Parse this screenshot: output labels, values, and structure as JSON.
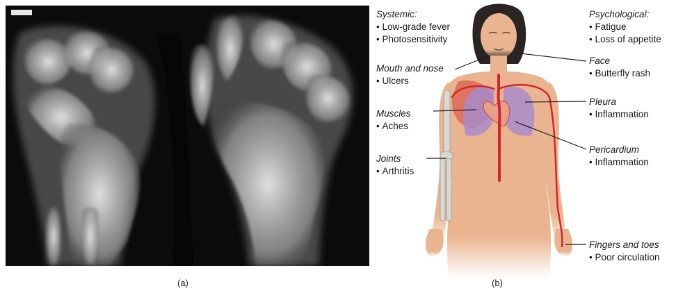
{
  "captions": {
    "a": "(a)",
    "b": "(b)"
  },
  "labels": {
    "systemic": {
      "title": "Systemic:",
      "items": [
        "Low-grade fever",
        "Photosensitivity"
      ]
    },
    "mouth_nose": {
      "title": "Mouth and nose",
      "items": [
        "Ulcers"
      ]
    },
    "muscles": {
      "title": "Muscles",
      "items": [
        "Aches"
      ]
    },
    "joints": {
      "title": "Joints",
      "items": [
        "Arthritis"
      ]
    },
    "psychological": {
      "title": "Psychological:",
      "items": [
        "Fatigue",
        "Loss of appetite"
      ]
    },
    "face": {
      "title": "Face",
      "items": [
        "Butterfly rash"
      ]
    },
    "pleura": {
      "title": "Pleura",
      "items": [
        "Inflammation"
      ]
    },
    "pericardium": {
      "title": "Pericardium",
      "items": [
        "Inflammation"
      ]
    },
    "fingers_toes": {
      "title": "Fingers and toes",
      "items": [
        "Poor circulation"
      ]
    }
  },
  "colors": {
    "skin": "#e9b48f",
    "lung": "#a98bc9",
    "muscle": "#d9604f",
    "artery": "#d3262b",
    "bone": "#d8d8d4",
    "xray_bg": "#0b0b0b"
  }
}
